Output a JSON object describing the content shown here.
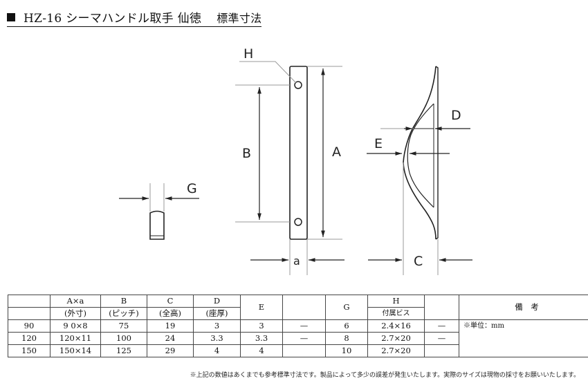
{
  "title": {
    "product": "HZ-16 シーマハンドル取手 仙徳",
    "subtitle": "標準寸法"
  },
  "labels": {
    "H": "H",
    "B": "B",
    "A": "A",
    "G": "G",
    "a": "a",
    "D": "D",
    "E": "E",
    "C": "C"
  },
  "table": {
    "header_top": [
      "",
      "A×a",
      "B",
      "C",
      "D",
      "E",
      "",
      "G",
      "H",
      "",
      "備　考"
    ],
    "header_bottom": [
      "",
      "(外寸)",
      "(ピッチ)",
      "(全高)",
      "(座厚)",
      "",
      "",
      "",
      "付属ビス",
      ""
    ],
    "rows": [
      [
        "90",
        "9 0×8",
        "75",
        "19",
        "3",
        "3",
        "—",
        "6",
        "2.4×16",
        "—"
      ],
      [
        "120",
        "120×11",
        "100",
        "24",
        "3.3",
        "3.3",
        "—",
        "8",
        "2.7×20",
        "—"
      ],
      [
        "150",
        "150×14",
        "125",
        "29",
        "4",
        "4",
        "",
        "10",
        "2.7×20",
        ""
      ]
    ],
    "remarks": "※単位：mm"
  },
  "footnote": "※上記の数値はあくまでも参考標準寸法です。製品によって多少の誤差が発生いたします。実際のサイズは現物の採寸をお願いいたします。"
}
